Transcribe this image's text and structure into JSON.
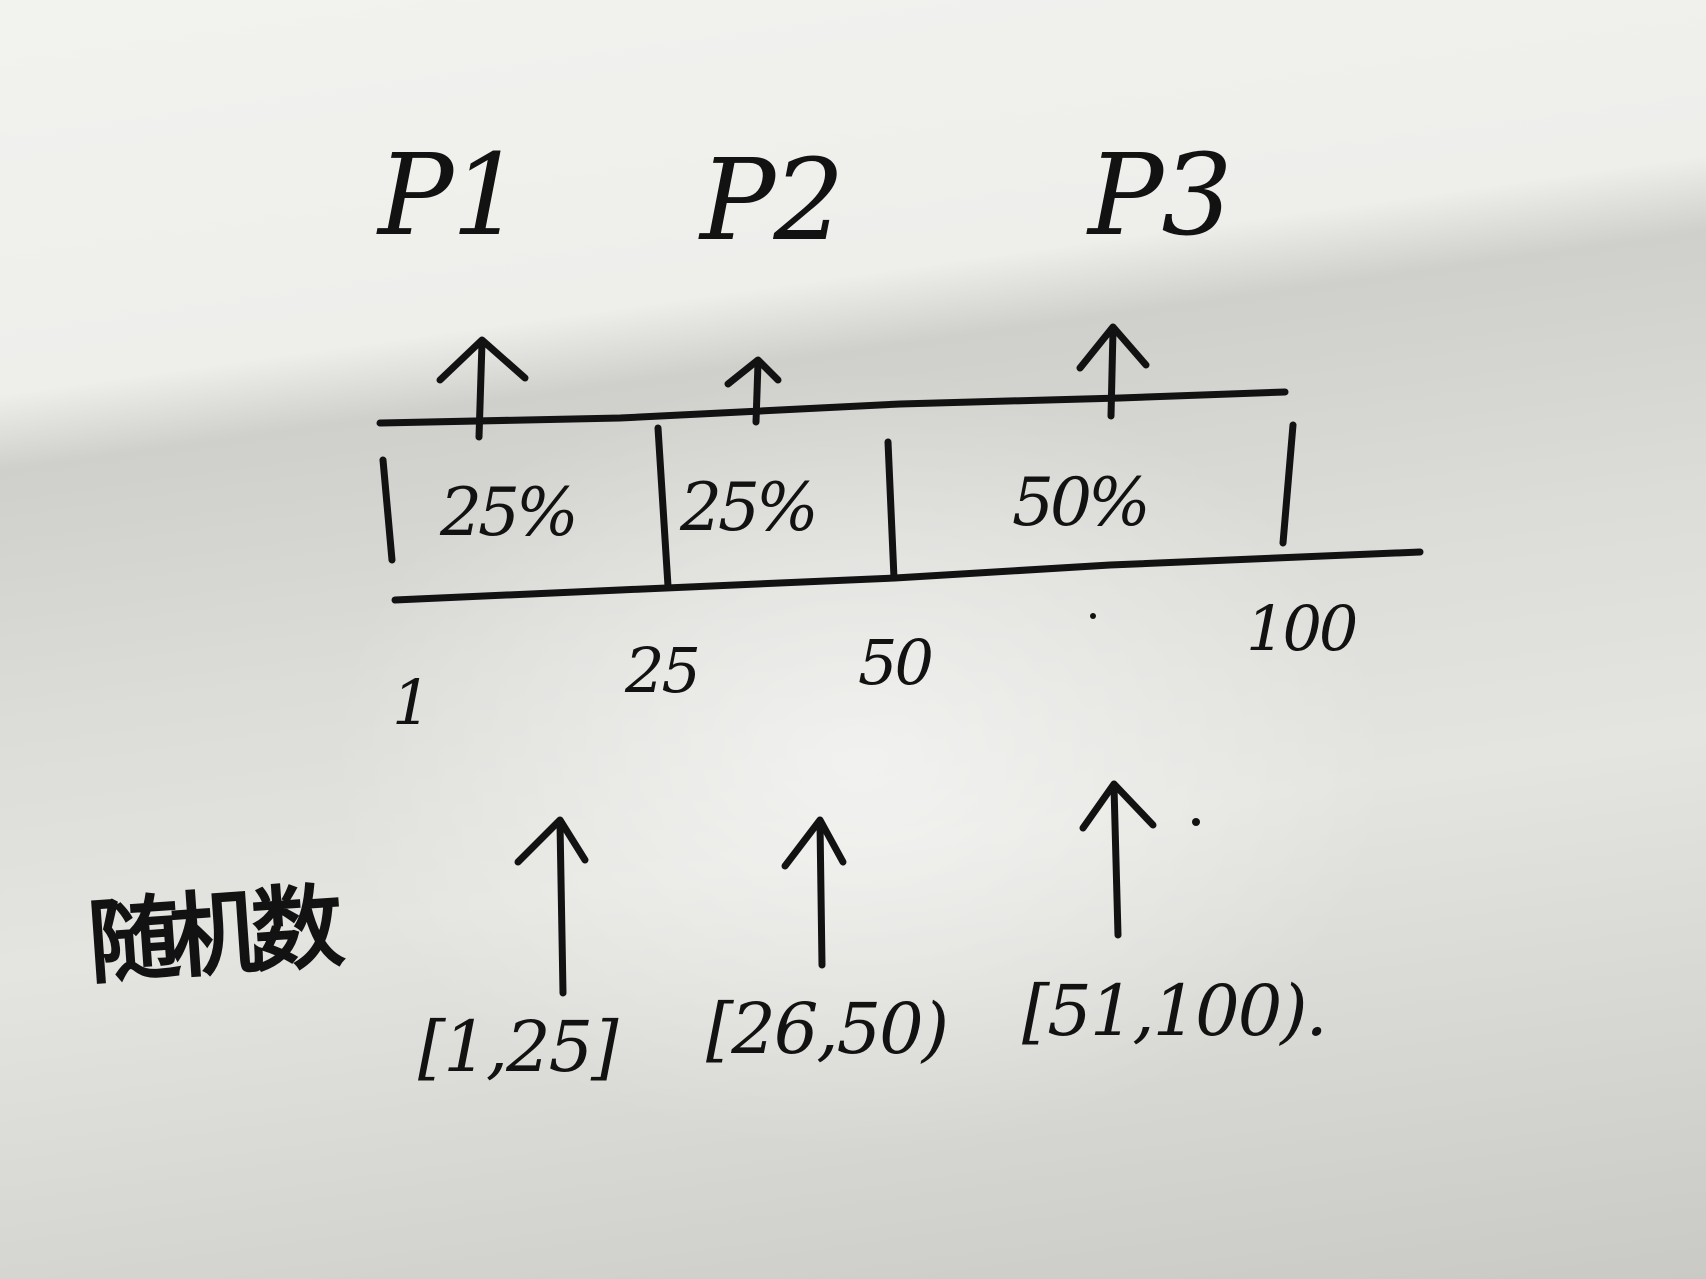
{
  "processes": [
    {
      "label": "P1"
    },
    {
      "label": "P2"
    },
    {
      "label": "P3"
    }
  ],
  "segments": [
    {
      "percent": "25%",
      "start": 1,
      "end": 25
    },
    {
      "percent": "25%",
      "start": 25,
      "end": 50
    },
    {
      "percent": "50%",
      "start": 50,
      "end": 100
    }
  ],
  "axis_ticks": [
    "1",
    "25",
    "50",
    "100"
  ],
  "ranges": [
    "[1,25]",
    "[26,50)",
    "[51,100)."
  ],
  "random_label": "随机数"
}
